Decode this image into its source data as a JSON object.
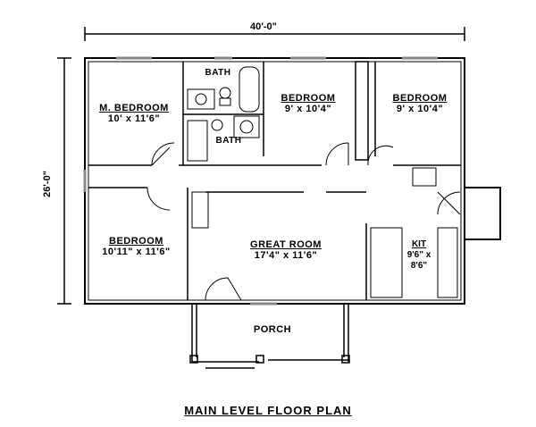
{
  "plan": {
    "title": "MAIN LEVEL FLOOR PLAN",
    "overall_width": "40'-0\"",
    "overall_depth": "26'-0\"",
    "rooms": [
      {
        "name": "M. BEDROOM",
        "size": "10' x 11'6\""
      },
      {
        "name": "BATH",
        "size": ""
      },
      {
        "name": "BATH",
        "size": ""
      },
      {
        "name": "BEDROOM",
        "size": "9' x 10'4\""
      },
      {
        "name": "BEDROOM",
        "size": "9' x 10'4\""
      },
      {
        "name": "BEDROOM",
        "size": "10'11\" x 11'6\""
      },
      {
        "name": "GREAT ROOM",
        "size": "17'4\" x 11'6\""
      },
      {
        "name": "KIT",
        "size": "9'6\" x 8'6\""
      },
      {
        "name": "PORCH",
        "size": ""
      }
    ]
  }
}
